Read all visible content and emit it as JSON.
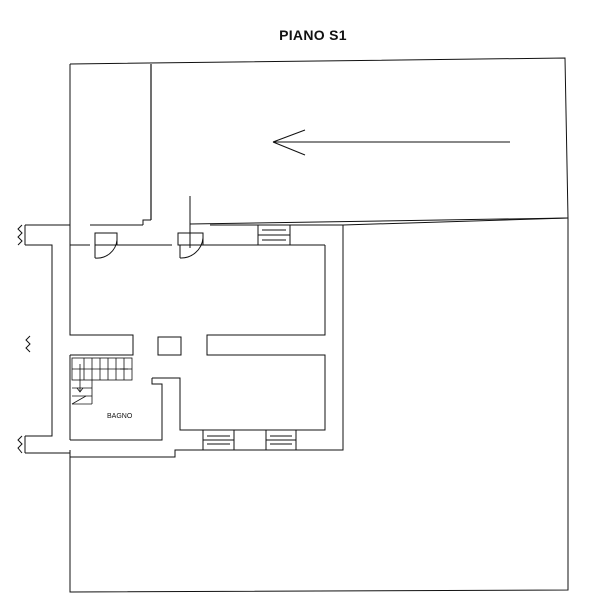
{
  "plan": {
    "title": "PIANO S1",
    "rooms": [
      {
        "label": "BAGNO"
      }
    ],
    "colors": {
      "line": "#111111",
      "background": "#ffffff"
    },
    "icons": [
      "direction-arrow",
      "door-swing",
      "window",
      "staircase"
    ]
  }
}
